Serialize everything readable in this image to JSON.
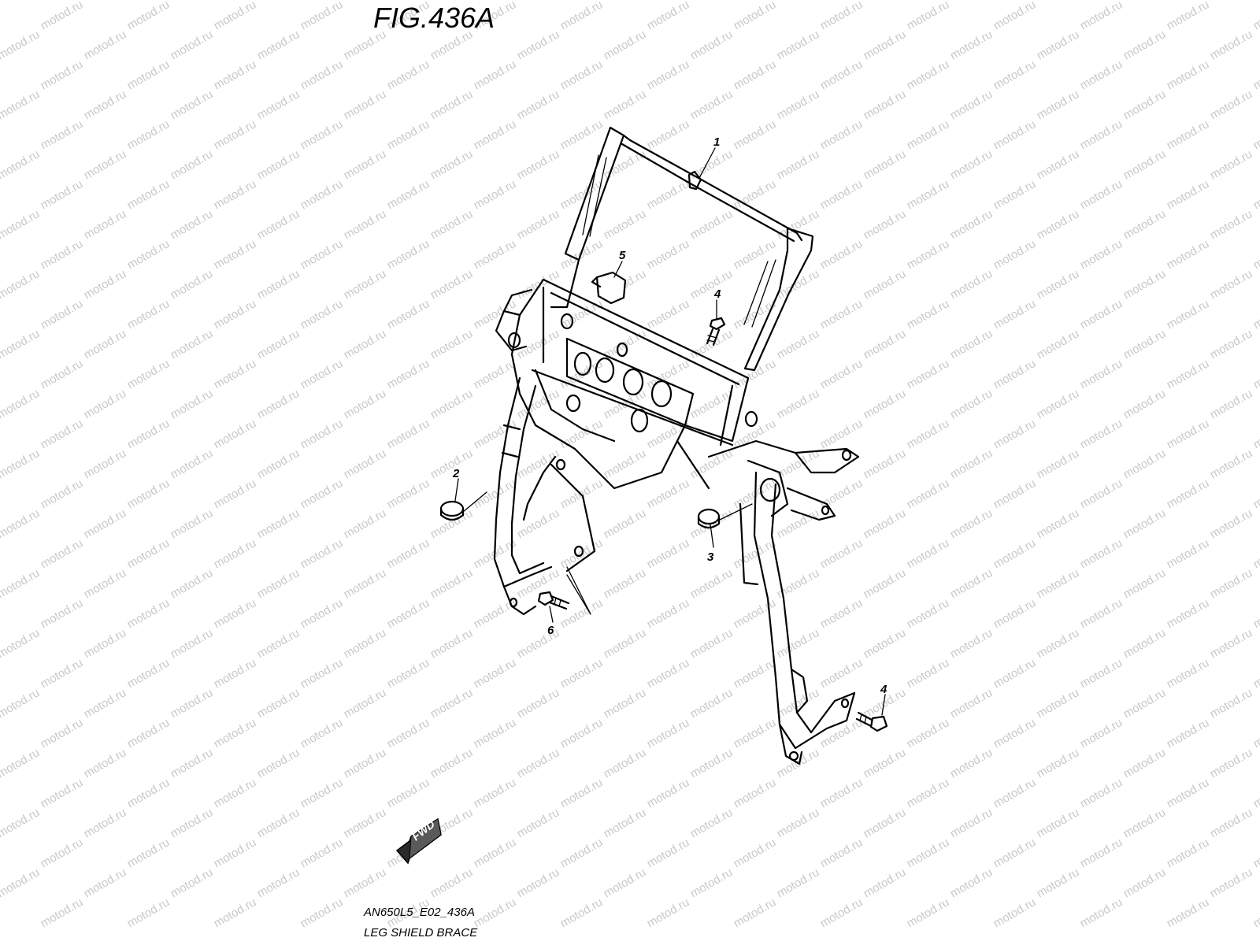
{
  "figure_title": "FIG.436A",
  "watermark_text": "motod.ru",
  "callouts": [
    "1",
    "2",
    "3",
    "4",
    "4",
    "5",
    "6"
  ],
  "fwd_label": "FWD",
  "footer": {
    "code": "AN650L5_E02_436A",
    "caption": "LEG SHIELD BRACE"
  }
}
